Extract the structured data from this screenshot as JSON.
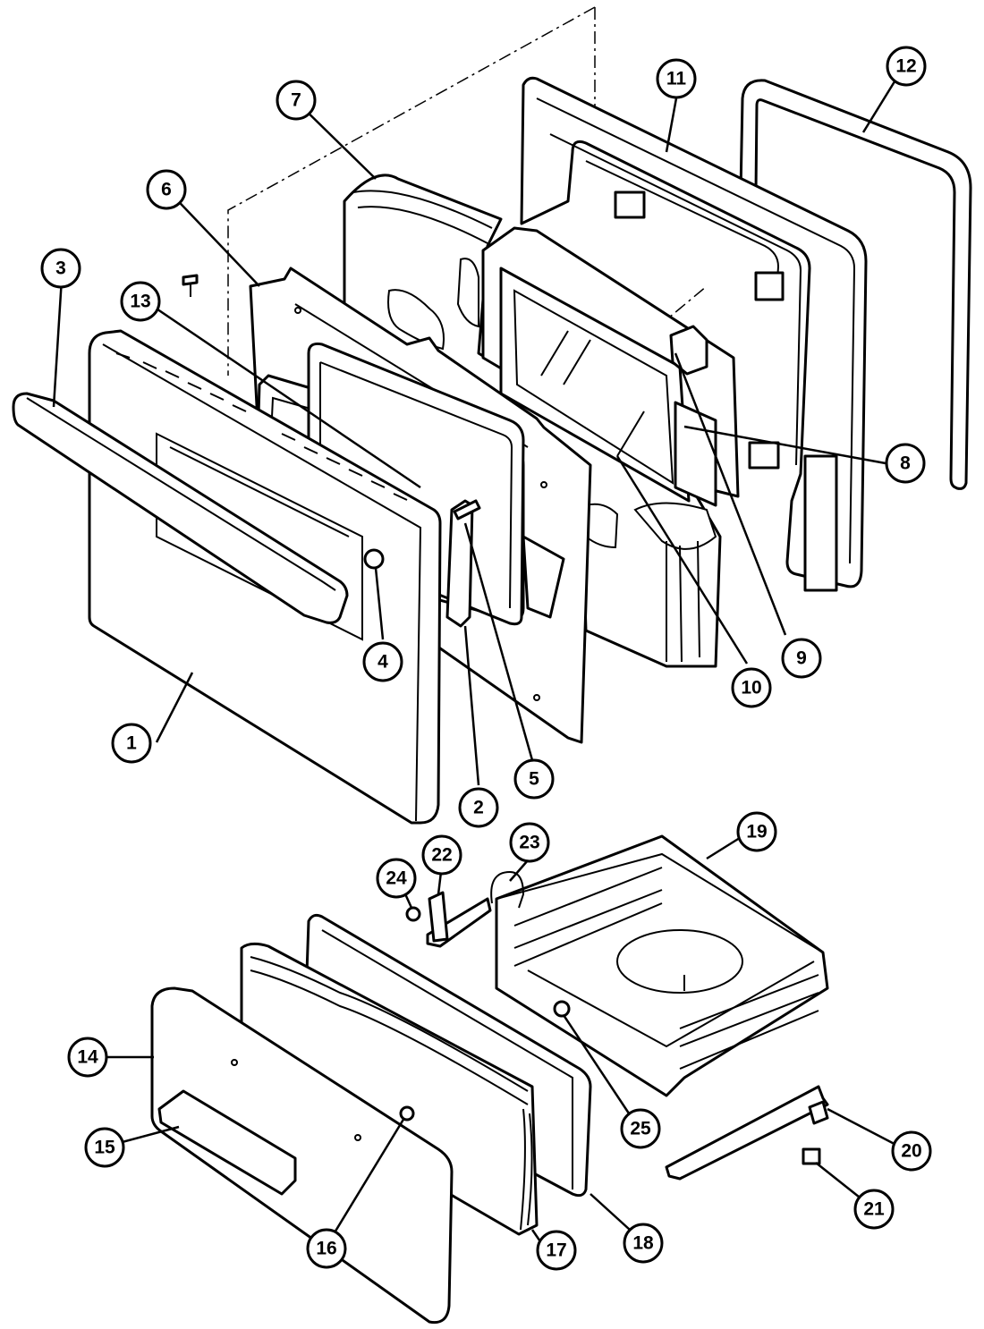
{
  "diagram": {
    "callouts": [
      {
        "id": "1",
        "label": "1"
      },
      {
        "id": "2",
        "label": "2"
      },
      {
        "id": "3",
        "label": "3"
      },
      {
        "id": "4",
        "label": "4"
      },
      {
        "id": "5",
        "label": "5"
      },
      {
        "id": "6",
        "label": "6"
      },
      {
        "id": "7",
        "label": "7"
      },
      {
        "id": "8",
        "label": "8"
      },
      {
        "id": "9",
        "label": "9"
      },
      {
        "id": "10",
        "label": "10"
      },
      {
        "id": "11",
        "label": "11"
      },
      {
        "id": "12",
        "label": "12"
      },
      {
        "id": "13",
        "label": "13"
      },
      {
        "id": "14",
        "label": "14"
      },
      {
        "id": "15",
        "label": "15"
      },
      {
        "id": "16",
        "label": "16"
      },
      {
        "id": "17",
        "label": "17"
      },
      {
        "id": "18",
        "label": "18"
      },
      {
        "id": "19",
        "label": "19"
      },
      {
        "id": "20",
        "label": "20"
      },
      {
        "id": "21",
        "label": "21"
      },
      {
        "id": "22",
        "label": "22"
      },
      {
        "id": "23",
        "label": "23"
      },
      {
        "id": "24",
        "label": "24"
      },
      {
        "id": "25",
        "label": "25"
      }
    ]
  }
}
